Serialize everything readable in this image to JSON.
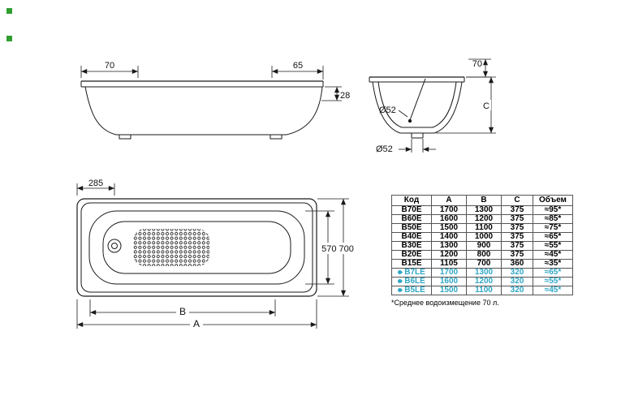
{
  "colors": {
    "line": "#1a1a1a",
    "highlight_cyan": "#2fa6c4",
    "marker_green": "#2f9e2f"
  },
  "side_view": {
    "rim_ledge_width": "70",
    "rim_right_width": "65",
    "skirt_height": "28"
  },
  "end_view": {
    "top_offset": "70",
    "height_label": "C",
    "overflow_diameter": "Ø52",
    "drain_diameter": "Ø52"
  },
  "plan_view": {
    "drain_offset": "285",
    "widths": "570 700",
    "inner_length_label": "B",
    "outer_length_label": "A"
  },
  "table": {
    "headers": [
      "Код",
      "A",
      "B",
      "C",
      "Объем"
    ],
    "rows": [
      {
        "code": "B70E",
        "a": "1700",
        "b": "1300",
        "c": "375",
        "volume": "≈95*",
        "highlighted": false
      },
      {
        "code": "B60E",
        "a": "1600",
        "b": "1200",
        "c": "375",
        "volume": "≈85*",
        "highlighted": false
      },
      {
        "code": "B50E",
        "a": "1500",
        "b": "1100",
        "c": "375",
        "volume": "≈75*",
        "highlighted": false
      },
      {
        "code": "B40E",
        "a": "1400",
        "b": "1000",
        "c": "375",
        "volume": "≈65*",
        "highlighted": false
      },
      {
        "code": "B30E",
        "a": "1300",
        "b": "900",
        "c": "375",
        "volume": "≈55*",
        "highlighted": false
      },
      {
        "code": "B20E",
        "a": "1200",
        "b": "800",
        "c": "375",
        "volume": "≈45*",
        "highlighted": false
      },
      {
        "code": "B15E",
        "a": "1105",
        "b": "700",
        "c": "360",
        "volume": "≈35*",
        "highlighted": false
      },
      {
        "code": "B7LE",
        "a": "1700",
        "b": "1300",
        "c": "320",
        "volume": "≈65*",
        "highlighted": true
      },
      {
        "code": "B6LE",
        "a": "1600",
        "b": "1200",
        "c": "320",
        "volume": "≈55*",
        "highlighted": true
      },
      {
        "code": "B5LE",
        "a": "1500",
        "b": "1100",
        "c": "320",
        "volume": "≈45*",
        "highlighted": true
      }
    ],
    "footnote": "*Среднее водоизмещение 70 л."
  }
}
